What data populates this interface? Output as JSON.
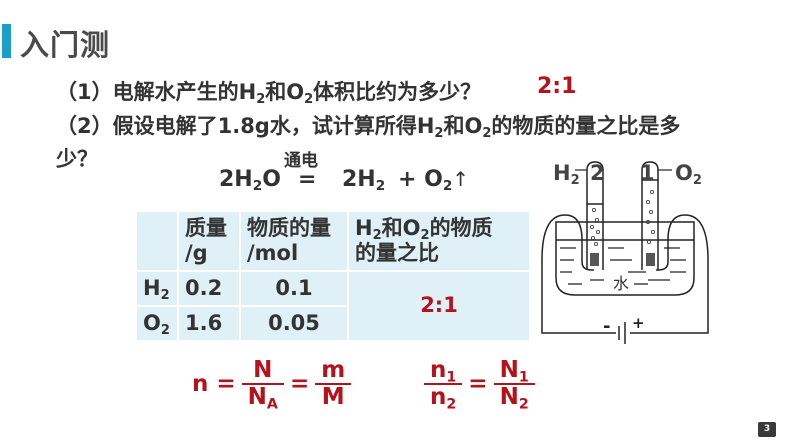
{
  "slide": {
    "title": "入门测",
    "accent_color": "#1a9fc7",
    "answer_color": "#b5121b",
    "page_number": "3"
  },
  "questions": {
    "q1_prefix": "（1）电解水产生的H",
    "q1_sub1": "2",
    "q1_mid": "和O",
    "q1_sub2": "2",
    "q1_suffix": "体积比约为多少？",
    "q1_answer": "2:1",
    "q2_prefix": "（2）假设电解了1.8g水，试计算所得H",
    "q2_sub1": "2",
    "q2_mid": "和O",
    "q2_sub2": "2",
    "q2_suffix": "的物质的量之比是多",
    "q2_line2": "少？"
  },
  "equation": {
    "reactant": "2H",
    "reactant_sub": "2",
    "reactant_tail": "O",
    "condition": "通电",
    "equals": "=",
    "product1": "2H",
    "product1_sub": "2",
    "plus": "+",
    "product2": "O",
    "product2_sub": "2",
    "gas_arrow": "↑"
  },
  "table": {
    "headers": {
      "blank": "",
      "mass_line1": "质量",
      "mass_line2": "/g",
      "moles_line1": "物质的量",
      "moles_line2": "/mol",
      "ratio_line1_a": "H",
      "ratio_line1_sub1": "2",
      "ratio_line1_b": "和O",
      "ratio_line1_sub2": "2",
      "ratio_line1_c": "的物质",
      "ratio_line2": "的量之比"
    },
    "rows": [
      {
        "label": "H",
        "label_sub": "2",
        "mass": "0.2",
        "moles": "0.1"
      },
      {
        "label": "O",
        "label_sub": "2",
        "mass": "1.6",
        "moles": "0.05"
      }
    ],
    "ratio": "2:1"
  },
  "diagram": {
    "left_label": "H",
    "left_label_sub": "2",
    "left_tube_mark": "2",
    "right_tube_mark": "1",
    "right_label": "O",
    "right_label_sub": "2",
    "water_label": "水",
    "battery_minus": "-",
    "battery_plus": "+"
  },
  "formulas": {
    "f1_lhs": "n =",
    "f1_num": "N",
    "f1_den": "N",
    "f1_den_sub": "A",
    "f1_eq": "=",
    "f1_num2": "m",
    "f1_den2": "M",
    "f2_num": "n",
    "f2_num_sub": "1",
    "f2_den": "n",
    "f2_den_sub": "2",
    "f2_eq": "=",
    "f2_num2": "N",
    "f2_num2_sub": "1",
    "f2_den2": "N",
    "f2_den2_sub": "2"
  }
}
